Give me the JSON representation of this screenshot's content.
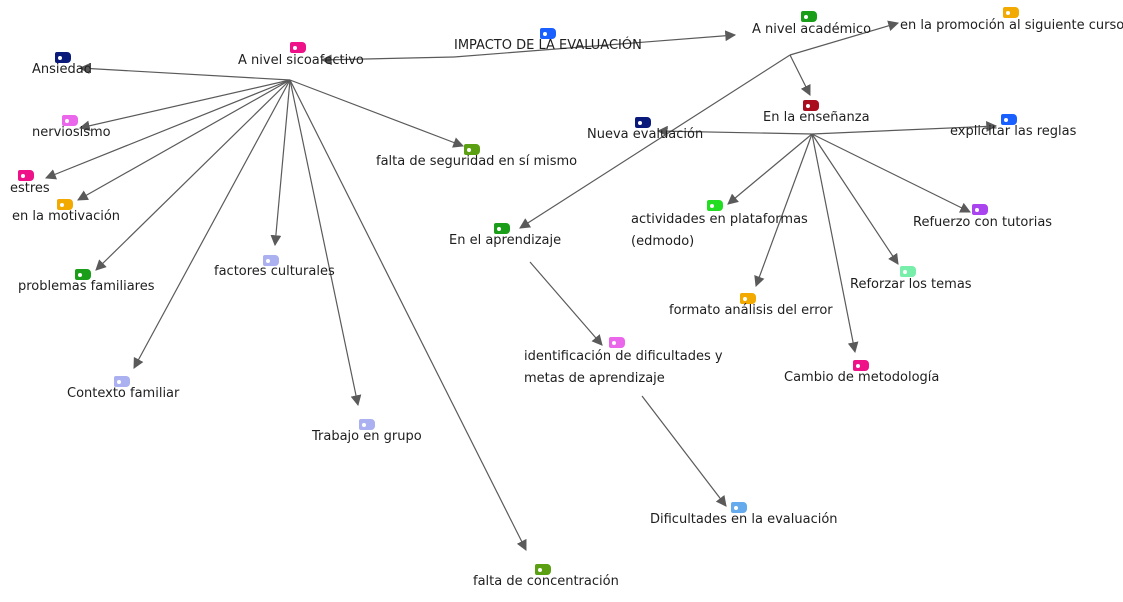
{
  "nodes": [
    {
      "id": "root",
      "text": "IMPACTO DE LA EVALUACIÓN",
      "color": "#1a5fff"
    },
    {
      "id": "sicoafectivo",
      "text": "A nivel sicoafectivo",
      "color": "#ee1188"
    },
    {
      "id": "academico",
      "text": "A nivel académico",
      "color": "#1a9e1a"
    },
    {
      "id": "promocion",
      "text": "en la promoción al siguiente curso",
      "color": "#f2a900"
    },
    {
      "id": "ansiedad",
      "text": "Ansiedad",
      "color": "#0a1a7a"
    },
    {
      "id": "nerviosismo",
      "text": "nerviosismo",
      "color": "#ea66ea"
    },
    {
      "id": "estres",
      "text": "estres",
      "color": "#ee1188"
    },
    {
      "id": "motivacion",
      "text": "en la motivación",
      "color": "#f2a900"
    },
    {
      "id": "problemas",
      "text": "problemas familiares",
      "color": "#1a9e1a"
    },
    {
      "id": "culturales",
      "text": "factores culturales",
      "color": "#aab0f0"
    },
    {
      "id": "contexto",
      "text": "Contexto familiar",
      "color": "#aab0f0"
    },
    {
      "id": "trabajo",
      "text": "Trabajo en grupo",
      "color": "#aab0f0"
    },
    {
      "id": "concentracion",
      "text": "falta de concentración",
      "color": "#5aa012"
    },
    {
      "id": "seguridad",
      "text": "falta de seguridad en sí mismo",
      "color": "#5aa012"
    },
    {
      "id": "ensenanza",
      "text": "En la enseñanza",
      "color": "#aa0e1e"
    },
    {
      "id": "nueva",
      "text": "Nueva evaluación",
      "color": "#0a1a7a"
    },
    {
      "id": "reglas",
      "text": "explicitar las reglas",
      "color": "#1a5fff"
    },
    {
      "id": "aprendizaje",
      "text": "En el aprendizaje",
      "color": "#1a9e1a"
    },
    {
      "id": "plataformas",
      "text": "actividades en plataformas\n(edmodo)",
      "color": "#22dd22"
    },
    {
      "id": "tutorias",
      "text": "Refuerzo con tutorias",
      "color": "#aa44ee"
    },
    {
      "id": "reforzar",
      "text": "Reforzar los temas",
      "color": "#77eeaa"
    },
    {
      "id": "formato",
      "text": "formato análisis del error",
      "color": "#f2a900"
    },
    {
      "id": "metodologia",
      "text": "Cambio de metodología",
      "color": "#ee1188"
    },
    {
      "id": "identificacion",
      "text": "identificación de dificultades y\nmetas de aprendizaje",
      "color": "#ea66ea"
    },
    {
      "id": "dificultades",
      "text": "Dificultades en la evaluación",
      "color": "#66aaee"
    }
  ],
  "edges": [
    [
      "root",
      "sicoafectivo"
    ],
    [
      "root",
      "academico"
    ],
    [
      "academico",
      "promocion"
    ],
    [
      "academico",
      "ensenanza"
    ],
    [
      "academico",
      "aprendizaje"
    ],
    [
      "sicoafectivo",
      "ansiedad"
    ],
    [
      "sicoafectivo",
      "nerviosismo"
    ],
    [
      "sicoafectivo",
      "estres"
    ],
    [
      "sicoafectivo",
      "motivacion"
    ],
    [
      "sicoafectivo",
      "problemas"
    ],
    [
      "sicoafectivo",
      "culturales"
    ],
    [
      "sicoafectivo",
      "contexto"
    ],
    [
      "sicoafectivo",
      "trabajo"
    ],
    [
      "sicoafectivo",
      "concentracion"
    ],
    [
      "sicoafectivo",
      "seguridad"
    ],
    [
      "ensenanza",
      "nueva"
    ],
    [
      "ensenanza",
      "reglas"
    ],
    [
      "ensenanza",
      "plataformas"
    ],
    [
      "ensenanza",
      "tutorias"
    ],
    [
      "ensenanza",
      "reforzar"
    ],
    [
      "ensenanza",
      "formato"
    ],
    [
      "ensenanza",
      "metodologia"
    ],
    [
      "aprendizaje",
      "identificacion"
    ],
    [
      "identificacion",
      "dificultades"
    ]
  ]
}
